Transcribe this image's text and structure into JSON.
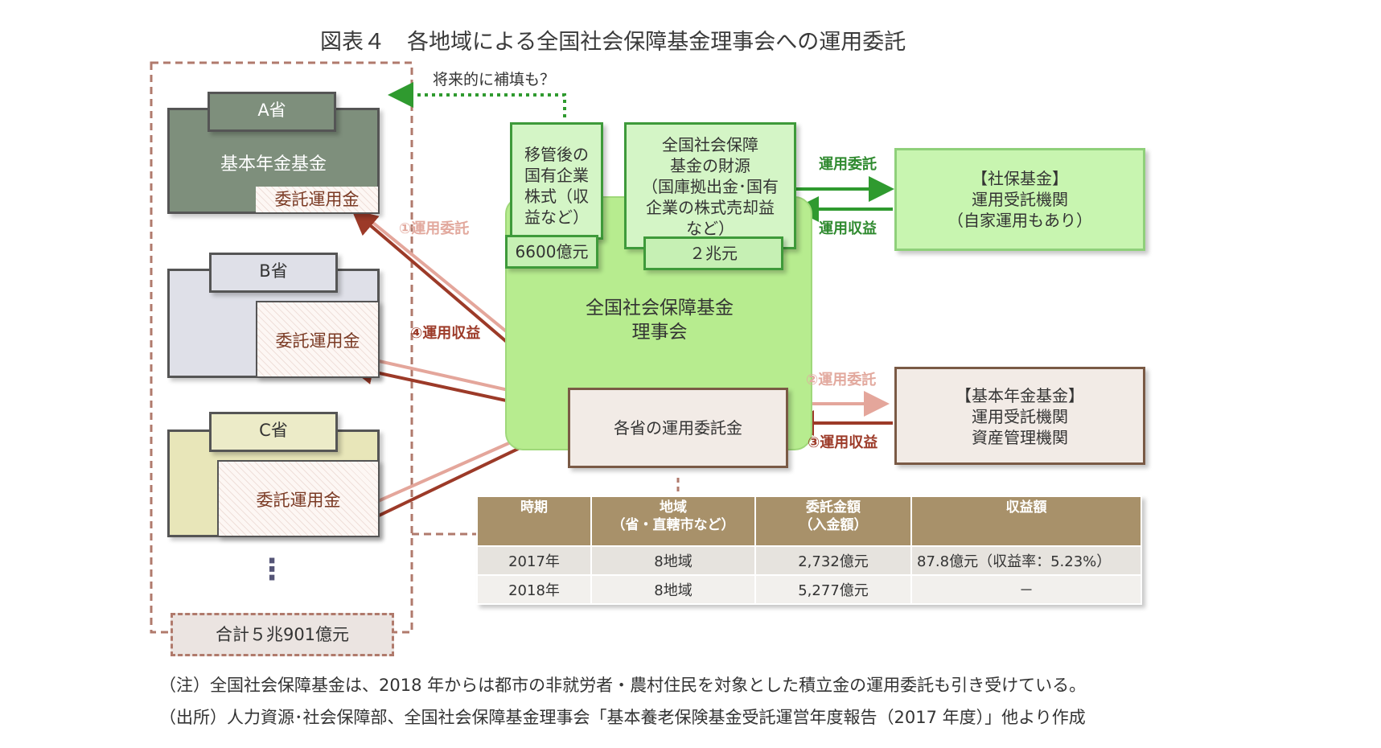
{
  "title": "図表４　各地域による全国社会保障基金理事会への運用委託",
  "provinces": [
    {
      "name": "A省",
      "fund_label": "基本年金基金",
      "sub_label": "委託運用金"
    },
    {
      "name": "B省",
      "sub_label": "委託運用金"
    },
    {
      "name": "C省",
      "sub_label": "委託運用金"
    }
  ],
  "ellipsis": "⋮",
  "total": "合計５兆901億元",
  "future_note": "将来的に補填も？",
  "council": {
    "name_line1": "全国社会保障基金",
    "name_line2": "理事会",
    "soe_lines": [
      "移管後の",
      "国有企業",
      "株式（収",
      "益など）"
    ],
    "soe_amount": "6600億元",
    "fund_lines": [
      "全国社会保障",
      "基金の財源",
      "（国庫拠出金･国有",
      "企業の株式売却益",
      "など）"
    ],
    "fund_amount": "２兆元",
    "provincial_funds": "各省の運用委託金"
  },
  "flows": {
    "entrust": "運用委託",
    "return": "運用収益",
    "step1": "①運用委託",
    "step2": "②運用委託",
    "step3": "③運用収益",
    "step4": "④運用収益"
  },
  "ss_fund_box": [
    "【社保基金】",
    "運用受託機関",
    "（自家運用もあり）"
  ],
  "basic_pension_box": [
    "【基本年金基金】",
    "運用受託機関",
    "資産管理機関"
  ],
  "table": {
    "headers": [
      [
        "時期"
      ],
      [
        "地域",
        "（省・直轄市など）"
      ],
      [
        "委託金額",
        "（入金額）"
      ],
      [
        "収益額"
      ]
    ],
    "rows": [
      [
        "2017年",
        "8地域",
        "2,732億元",
        "87.8億元（収益率：5.23%）"
      ],
      [
        "2018年",
        "8地域",
        "5,277億元",
        "－"
      ]
    ]
  },
  "notes": [
    "（注）全国社会保障基金は、2018 年からは都市の非就労者・農村住民を対象とした積立金の運用委託も引き受けている。",
    "（出所）人力資源･社会保障部、全国社会保障基金理事会「基本養老保険基金受託運営年度報告（2017 年度）」他より作成"
  ],
  "colors": {
    "province_a": "#7e8f7c",
    "province_b": "#dfe0e8",
    "province_c": "#e8e6b9",
    "council_green": "#b7ec8f",
    "arrow_light": "#e4a69b",
    "arrow_dark": "#9c3a28",
    "green_arrow": "#2f9a2f",
    "table_header": "#a8916a"
  }
}
